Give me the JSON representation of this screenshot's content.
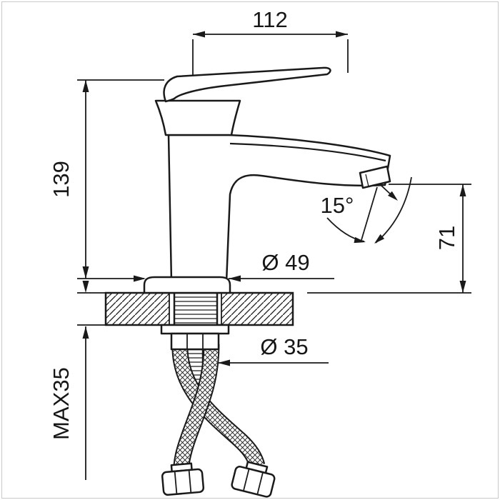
{
  "meta": {
    "description": "Technical line drawing of a single-lever basin faucet, side elevation, with mounting hardware and two crossed flexible supply hoses"
  },
  "colors": {
    "background": "#ffffff",
    "line": "#1a1a1a",
    "frame": "#c9c9c9"
  },
  "dimensions": {
    "top_width": "112",
    "height": "139",
    "spout_height": "71",
    "stream_angle": "15°",
    "base_diameter": "Ø 49",
    "hole_diameter": "Ø 35",
    "max_thickness": "MAX35"
  }
}
